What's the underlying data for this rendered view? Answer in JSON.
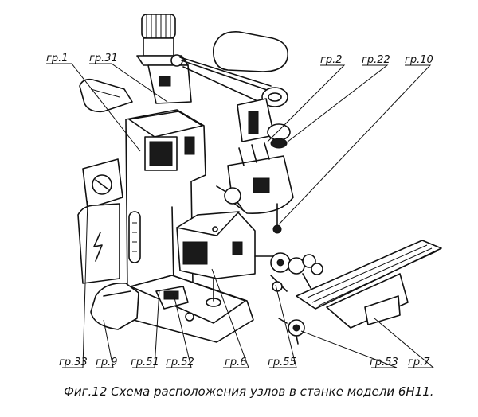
{
  "diagram": {
    "caption": "Фиг.12 Схема расположения узлов в станке модели 6Н11.",
    "labels": {
      "gr1": "гр.1",
      "gr31": "гр.31",
      "gr2": "гр.2",
      "gr22": "гр.22",
      "gr10": "гр.10",
      "gr33": "гр.33",
      "gr9": "гр.9",
      "gr51": "гр.51",
      "gr52": "гр.52",
      "gr6": "гр.6",
      "gr55": "гр.55",
      "gr53": "гр.53",
      "gr7": "гр.7"
    }
  }
}
